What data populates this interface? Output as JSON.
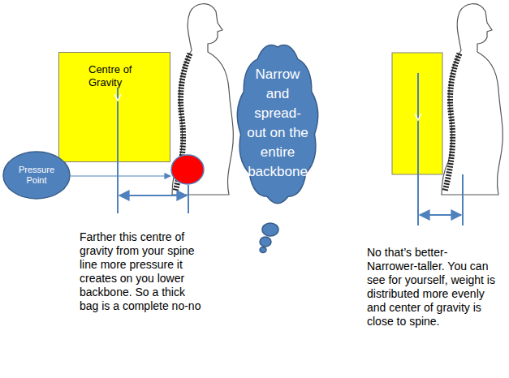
{
  "diagram": {
    "nodes": [
      {
        "text": [
          "Centre of Gravity"
        ]
      },
      {
        "text": [
          "Pressure Point"
        ]
      },
      {
        "text": [
          "Narrow and spread- out on the entire backbone"
        ]
      }
    ],
    "labels": [
      "Farther this centre of gravity from your spine line more pressure it creates on you lower backbone. So a thick bag is a complete no-no",
      "No that’s better- Narrower-taller. You can see for yourself, weight is distributed more evenly and center of gravity is close to spine."
    ]
  }
}
